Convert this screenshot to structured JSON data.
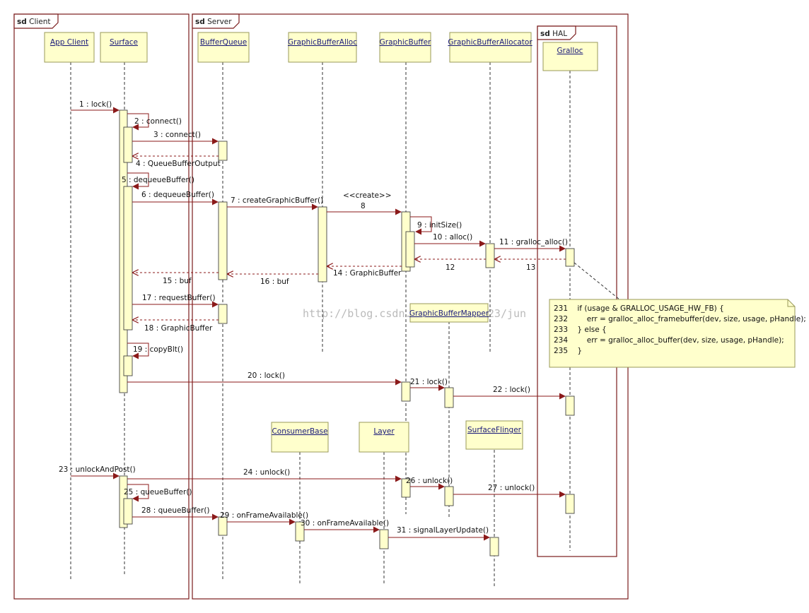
{
  "frames": [
    {
      "key": "client",
      "kw": "sd",
      "label": "Client"
    },
    {
      "key": "server",
      "kw": "sd",
      "label": "Server"
    },
    {
      "key": "hal",
      "kw": "sd",
      "label": "HAL"
    }
  ],
  "participants": [
    {
      "key": "appclient",
      "label": "App Client"
    },
    {
      "key": "surface",
      "label": "Surface"
    },
    {
      "key": "bufferqueue",
      "label": "BufferQueue"
    },
    {
      "key": "gballoc",
      "label": "GraphicBufferAlloc"
    },
    {
      "key": "gbuffer",
      "label": "GraphicBuffer"
    },
    {
      "key": "gballocator",
      "label": "GraphicBufferAllocator"
    },
    {
      "key": "gralloc",
      "label": "Gralloc"
    },
    {
      "key": "gbmapper",
      "label": "GraphicBufferMapper"
    },
    {
      "key": "consumerbase",
      "label": "ConsumerBase"
    },
    {
      "key": "layer",
      "label": "Layer"
    },
    {
      "key": "surfaceflinger",
      "label": "SurfaceFlinger"
    }
  ],
  "messages": [
    {
      "key": "m1",
      "label": "1 : lock()"
    },
    {
      "key": "m2",
      "label": "2 : connect()"
    },
    {
      "key": "m3",
      "label": "3 : connect()"
    },
    {
      "key": "m4",
      "label": "4 : QueueBufferOutput"
    },
    {
      "key": "m5",
      "label": "5 : dequeueBuffer()"
    },
    {
      "key": "m6",
      "label": "6 : dequeueBuffer()"
    },
    {
      "key": "m7",
      "label": "7 : createGraphicBuffer()"
    },
    {
      "key": "m8a",
      "label": "<<create>>"
    },
    {
      "key": "m8",
      "label": "8"
    },
    {
      "key": "m9",
      "label": "9 : initSize()"
    },
    {
      "key": "m10",
      "label": "10 : alloc()"
    },
    {
      "key": "m11",
      "label": "11 : gralloc_alloc()"
    },
    {
      "key": "m12",
      "label": "12"
    },
    {
      "key": "m13",
      "label": "13"
    },
    {
      "key": "m14",
      "label": "14 : GraphicBuffer"
    },
    {
      "key": "m15",
      "label": "15 : buf"
    },
    {
      "key": "m16",
      "label": "16 : buf"
    },
    {
      "key": "m17",
      "label": "17 : requestBuffer()"
    },
    {
      "key": "m18",
      "label": "18 : GraphicBuffer"
    },
    {
      "key": "m19",
      "label": "19 : copyBlt()"
    },
    {
      "key": "m20",
      "label": "20 : lock()"
    },
    {
      "key": "m21",
      "label": "21 : lock()"
    },
    {
      "key": "m22",
      "label": "22 : lock()"
    },
    {
      "key": "m23",
      "label": "23 : unlockAndPost()"
    },
    {
      "key": "m24",
      "label": "24 : unlock()"
    },
    {
      "key": "m25",
      "label": "25 : queueBuffer()"
    },
    {
      "key": "m26",
      "label": "26 : unlock()"
    },
    {
      "key": "m27",
      "label": "27 : unlock()"
    },
    {
      "key": "m28",
      "label": "28 : queueBuffer()"
    },
    {
      "key": "m29",
      "label": "29 : onFrameAvailable()"
    },
    {
      "key": "m30",
      "label": "30 : onFrameAvailable()"
    },
    {
      "key": "m31",
      "label": "31 : signalLayerUpdate()"
    }
  ],
  "note": {
    "lines": [
      "231    if (usage & GRALLOC_USAGE_HW_FB) {",
      "232        err = gralloc_alloc_framebuffer(dev, size, usage, pHandle);",
      "233    } else {",
      "234        err = gralloc_alloc_buffer(dev, size, usage, pHandle);",
      "235    }"
    ]
  },
  "watermark": "http://blog.csdn.net/yangwen123/jun",
  "colors": {
    "box_fill": "#ffffcc",
    "line": "#8b1a1a",
    "frame": "#7a1c1c"
  }
}
